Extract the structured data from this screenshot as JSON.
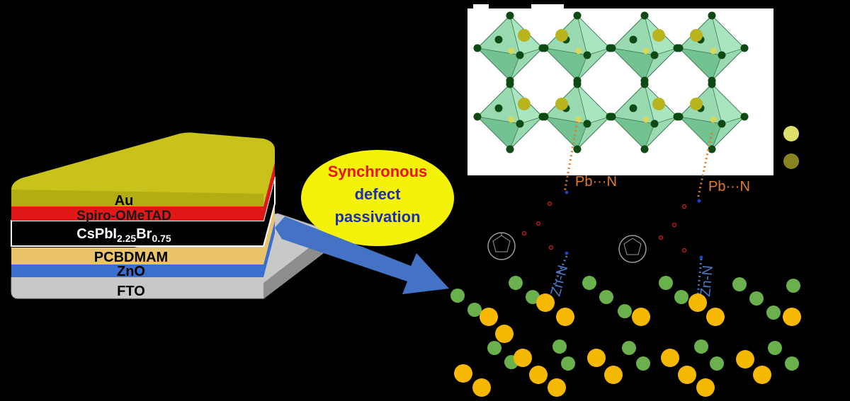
{
  "device_stack": {
    "layers": [
      {
        "id": "au",
        "label": "Au",
        "color": "#c9c21a"
      },
      {
        "id": "spiro",
        "label": "Spiro-OMeTAD",
        "color": "#e01818"
      },
      {
        "id": "cspbi",
        "label_main": "CsPbI",
        "sub1": "2.25",
        "label_mid": "Br",
        "sub2": "0.75",
        "color": "#000000"
      },
      {
        "id": "pcbdmam",
        "label": "PCBDMAM",
        "color": "#e9c46a"
      },
      {
        "id": "zno",
        "label": "ZnO",
        "color": "#3b6fcf"
      },
      {
        "id": "fto",
        "label": "FTO",
        "color": "#c8c8c8"
      }
    ]
  },
  "bubble": {
    "line1": "Synchronous",
    "line2": "defect",
    "line3": "passivation",
    "line1_color": "#e8141c",
    "line23_color": "#1b2fb5",
    "fill": "#f5f20a"
  },
  "interactions": {
    "pb_n_left": "Pb···N",
    "pb_n_right": "Pb···N",
    "zn_n_left": "Zn-N",
    "zn_n_right": "Zn-N",
    "pb_color": "#e07b2a",
    "zn_color": "#4a78c8"
  },
  "colors": {
    "octahedron": "#8fd6a8",
    "halide_dark": "#0f4a14",
    "cs_yellow": "#b8b41e",
    "zn_green": "#6ab04c",
    "o_orange": "#f5b800",
    "legend_light": "#dede6a",
    "legend_dark": "#8a8420",
    "arrow": "#4472c4"
  }
}
